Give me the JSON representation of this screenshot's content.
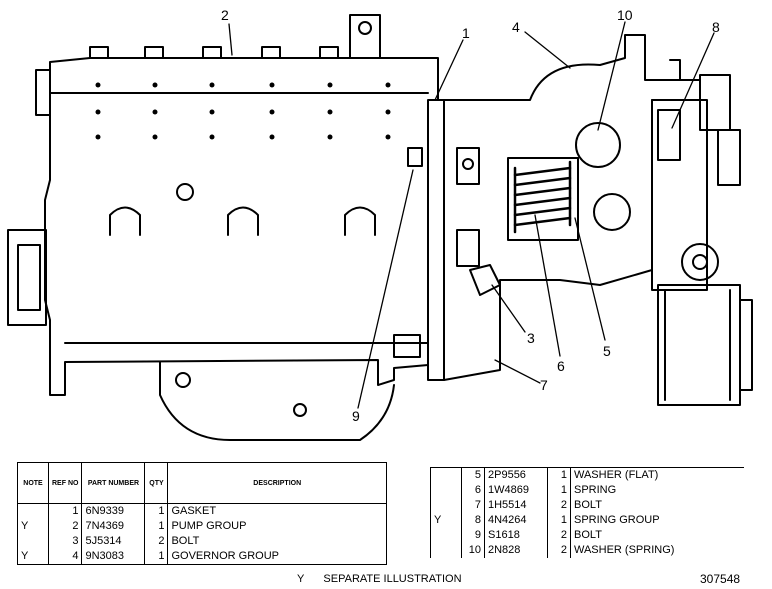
{
  "callouts": [
    {
      "id": "2",
      "text": "2"
    },
    {
      "id": "1",
      "text": "1"
    },
    {
      "id": "4",
      "text": "4"
    },
    {
      "id": "10",
      "text": "10"
    },
    {
      "id": "8",
      "text": "8"
    },
    {
      "id": "3",
      "text": "3"
    },
    {
      "id": "6",
      "text": "6"
    },
    {
      "id": "5",
      "text": "5"
    },
    {
      "id": "7",
      "text": "7"
    },
    {
      "id": "9",
      "text": "9"
    }
  ],
  "table_headers": {
    "note": "NOTE",
    "ref_no": "REF NO",
    "part_number": "PART NUMBER",
    "qty": "QTY",
    "description": "DESCRIPTION"
  },
  "parts_left": [
    {
      "note": "",
      "ref": "1",
      "part": "6N9339",
      "qty": "1",
      "desc": "GASKET"
    },
    {
      "note": "Y",
      "ref": "2",
      "part": "7N4369",
      "qty": "1",
      "desc": "PUMP GROUP"
    },
    {
      "note": "",
      "ref": "3",
      "part": "5J5314",
      "qty": "2",
      "desc": "BOLT"
    },
    {
      "note": "Y",
      "ref": "4",
      "part": "9N3083",
      "qty": "1",
      "desc": "GOVERNOR GROUP"
    }
  ],
  "parts_right": [
    {
      "note": "",
      "ref": "5",
      "part": "2P9556",
      "qty": "1",
      "desc": "WASHER (FLAT)"
    },
    {
      "note": "",
      "ref": "6",
      "part": "1W4869",
      "qty": "1",
      "desc": "SPRING"
    },
    {
      "note": "",
      "ref": "7",
      "part": "1H5514",
      "qty": "2",
      "desc": "BOLT"
    },
    {
      "note": "Y",
      "ref": "8",
      "part": "4N4264",
      "qty": "1",
      "desc": "SPRING GROUP"
    },
    {
      "note": "",
      "ref": "9",
      "part": "S1618",
      "qty": "2",
      "desc": "BOLT"
    },
    {
      "note": "",
      "ref": "10",
      "part": "2N828",
      "qty": "2",
      "desc": "WASHER (SPRING)"
    }
  ],
  "footnote": {
    "mark": "Y",
    "text": "SEPARATE ILLUSTRATION"
  },
  "illustration_number": "307548"
}
